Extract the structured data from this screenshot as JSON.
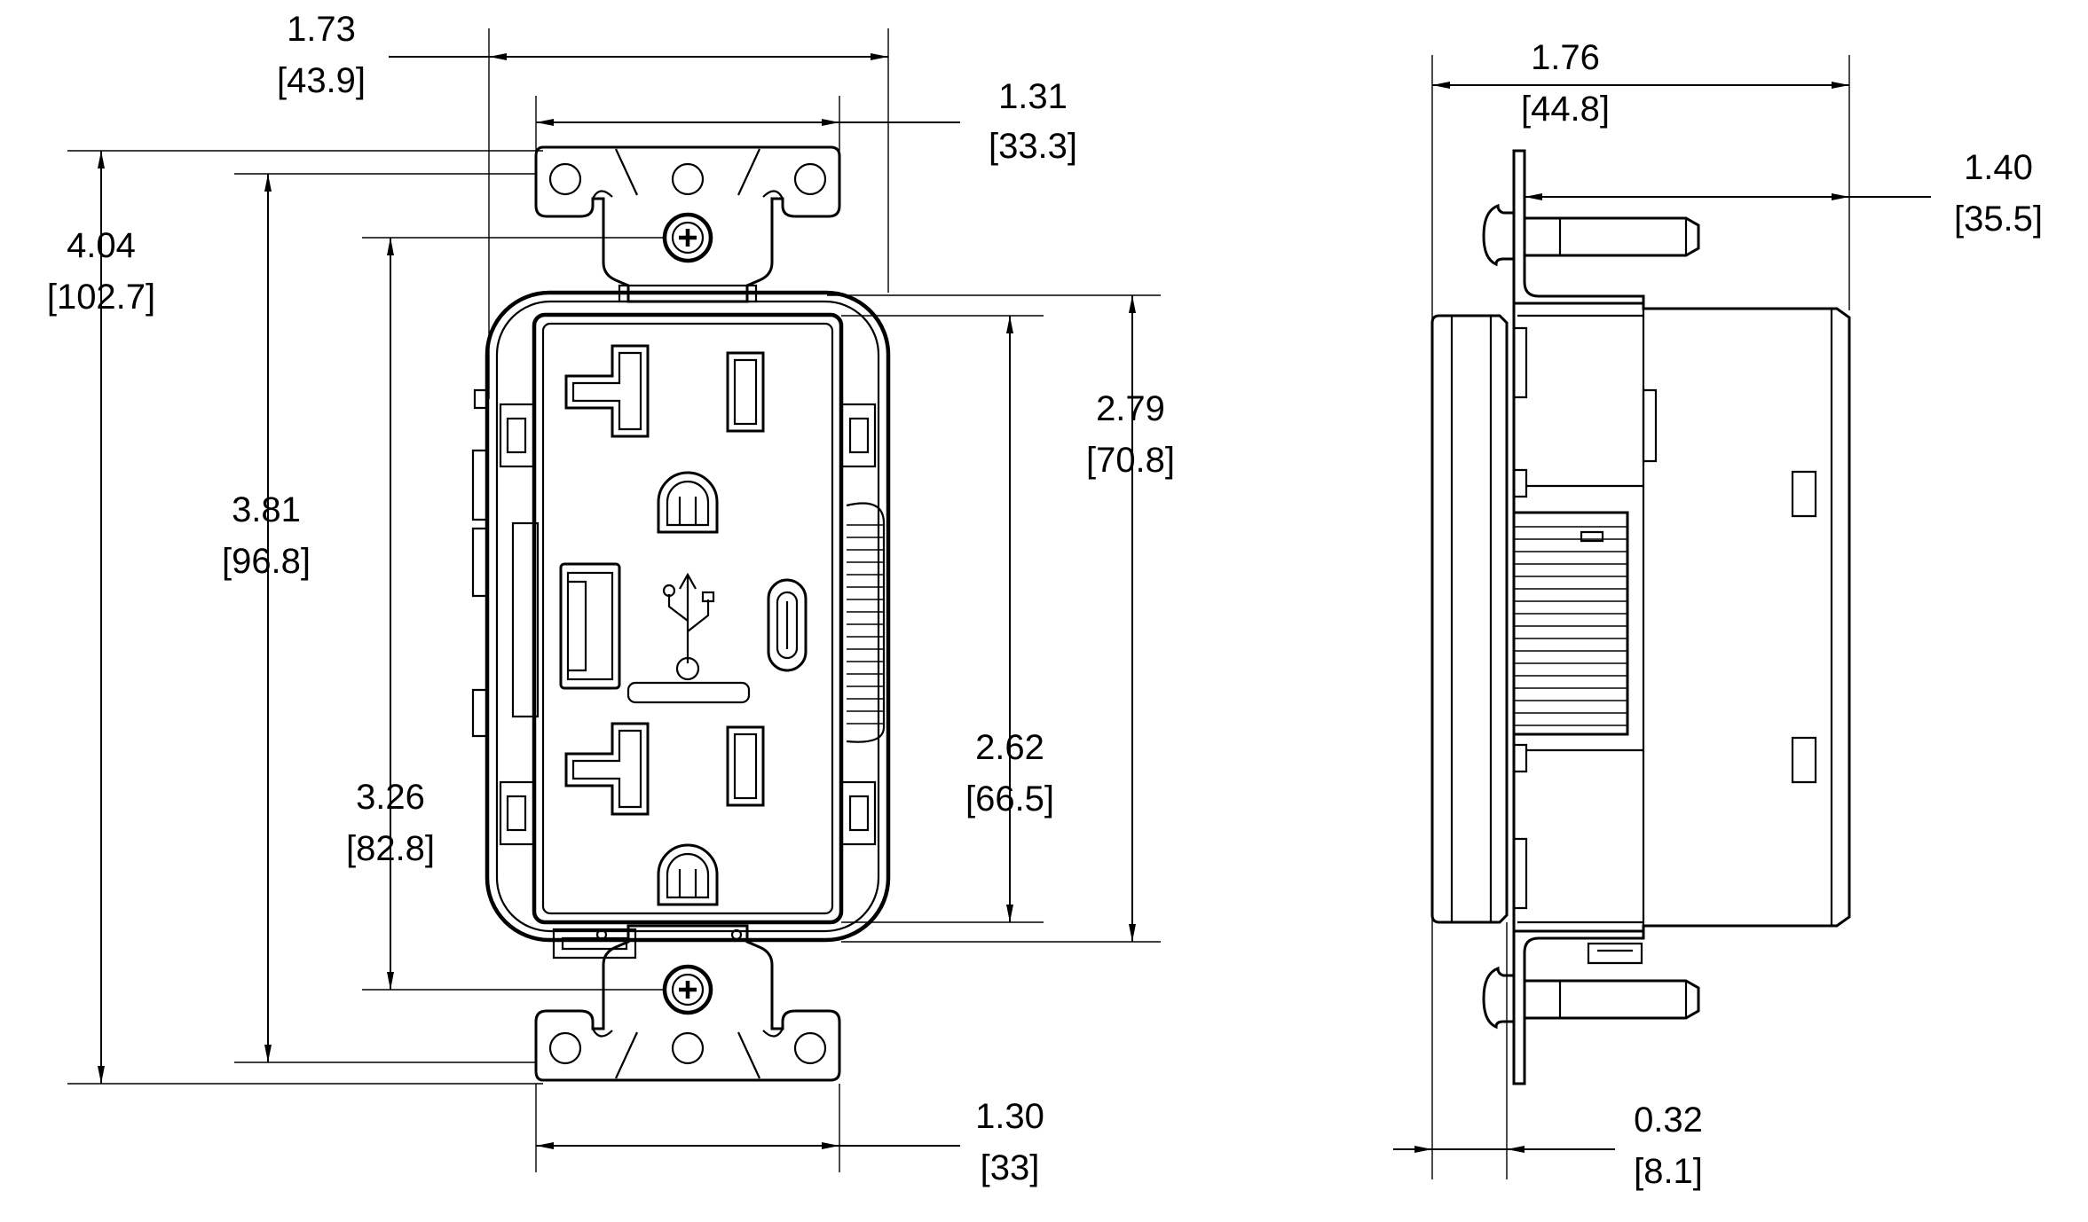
{
  "front_view": {
    "overall_width": {
      "inch": "1.73",
      "mm": "[43.9]"
    },
    "strap_hole_spacing": {
      "inch": "1.31",
      "mm": "[33.3]"
    },
    "overall_height": {
      "inch": "4.04",
      "mm": "[102.7]"
    },
    "strap_height": {
      "inch": "3.81",
      "mm": "[96.8]"
    },
    "screw_spacing": {
      "inch": "3.26",
      "mm": "[82.8]"
    },
    "body_height": {
      "inch": "2.79",
      "mm": "[70.8]"
    },
    "face_height": {
      "inch": "2.62",
      "mm": "[66.5]"
    },
    "face_width": {
      "inch": "1.30",
      "mm": "[33]"
    }
  },
  "side_view": {
    "overall_depth": {
      "inch": "1.76",
      "mm": "[44.8]"
    },
    "back_depth": {
      "inch": "1.40",
      "mm": "[35.5]"
    },
    "face_depth": {
      "inch": "0.32",
      "mm": "[8.1]"
    }
  }
}
